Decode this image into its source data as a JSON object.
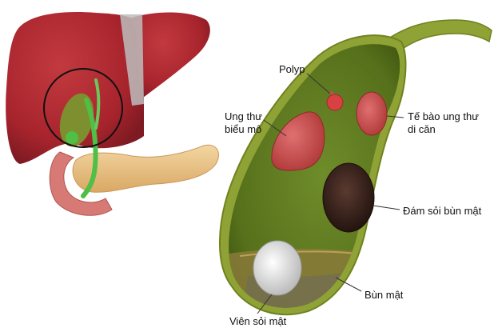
{
  "labels": {
    "polyp": "Polyp",
    "epithelial_cancer": [
      "Ung thư",
      "biểu mô"
    ],
    "metastatic_cells": [
      "Tế bào ung thư",
      "di căn"
    ],
    "sludge_ball": "Đám sỏi bùn mật",
    "biliary_sludge": "Bùn mật",
    "gallstone": "Viên sỏi mật"
  },
  "colors": {
    "liver": "#a8242d",
    "liver_dark": "#7e1a22",
    "gallbladder_wall": "#8ea235",
    "gallbladder_inner": "#5f7a1f",
    "bile_duct": "#4fbf46",
    "pancreas": "#eac48a",
    "duodenum": "#d77a76",
    "tumor": "#c94c4c",
    "polyp": "#d84141",
    "sludge_ball": "#3a2520",
    "stone": "#e5e5e5",
    "sludge": "#8a7a3a",
    "callout_line": "#333333",
    "highlight_circle": "#111111"
  }
}
